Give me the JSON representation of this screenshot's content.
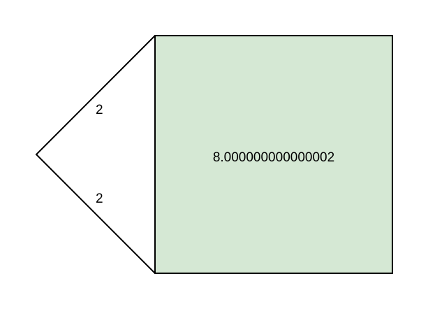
{
  "diagram": {
    "leg_top_label": "2",
    "leg_bottom_label": "2",
    "square_label": "8.000000000000002",
    "colors": {
      "square_fill": "#d5e8d4",
      "stroke": "#000000",
      "background": "#ffffff"
    }
  }
}
